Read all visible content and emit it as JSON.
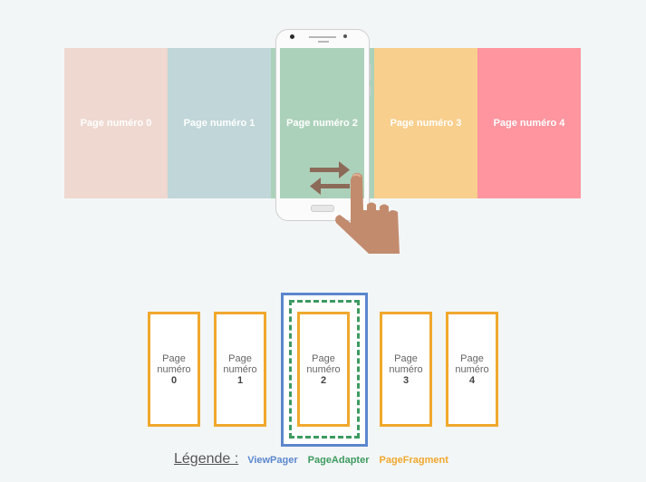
{
  "pages": [
    {
      "label": "Page numéro 0",
      "color": "#eed8d0"
    },
    {
      "label": "Page numéro 1",
      "color": "#c0d6d9"
    },
    {
      "label": "Page numéro 2",
      "color": "#acd1ba"
    },
    {
      "label": "Page numéro 3",
      "color": "#f8cf8d"
    },
    {
      "label": "Page numéro 4",
      "color": "#fe959f"
    }
  ],
  "fragments": [
    {
      "line1": "Page",
      "line2": "numéro",
      "number": "0"
    },
    {
      "line1": "Page",
      "line2": "numéro",
      "number": "1"
    },
    {
      "line1": "Page",
      "line2": "numéro",
      "number": "2"
    },
    {
      "line1": "Page",
      "line2": "numéro",
      "number": "3"
    },
    {
      "line1": "Page",
      "line2": "numéro",
      "number": "4"
    }
  ],
  "legend": {
    "title": "Légende :",
    "items": [
      {
        "label": "ViewPager",
        "color": "#5b87cd"
      },
      {
        "label": "PageAdapter",
        "color": "#3d9a60"
      },
      {
        "label": "PageFragment",
        "color": "#f0a82d"
      }
    ]
  },
  "icons": {
    "swipe_arrows": "swipe-arrows-icon",
    "hand": "pointing-hand-icon"
  }
}
